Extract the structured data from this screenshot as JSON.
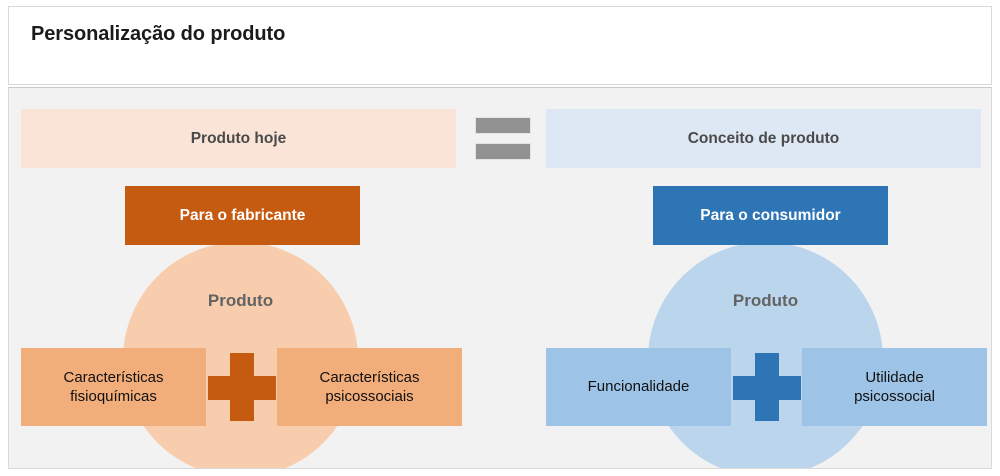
{
  "slide": {
    "title": "Personalização do produto"
  },
  "columns": {
    "left": {
      "header": "Produto hoje",
      "role": "Para o fabricante",
      "circle_label": "Produto",
      "attribute_1_line_1": "Características",
      "attribute_1_line_2": "fisioquímicas",
      "attribute_2_line_1": "Características",
      "attribute_2_line_2": "psicossociais",
      "operator": "plus",
      "colors": {
        "header_fill": "#fae4d7",
        "role_fill": "#c55a11",
        "circle_fill": "#f8cdad",
        "attribute_fill": "#f2ae7a",
        "operator_fill": "#c55a11"
      }
    },
    "right": {
      "header": "Conceito de produto",
      "role": "Para o consumidor",
      "circle_label": "Produto",
      "attribute_1_line_1": "Funcionalidade",
      "attribute_1_line_2": "",
      "attribute_2_line_1": "Utilidade",
      "attribute_2_line_2": "psicossocial",
      "operator": "plus",
      "colors": {
        "header_fill": "#dee8f4",
        "role_fill": "#2e75b6",
        "circle_fill": "#bbd5ec",
        "attribute_fill": "#9dc3e6",
        "operator_fill": "#2e75b6"
      }
    }
  },
  "connector": {
    "symbol": "equals",
    "color": "#929292"
  },
  "theme": {
    "canvas": "#ffffff",
    "body_background": "#f2f2f2",
    "frame_border": "#d9d9d9",
    "title_color": "#1b1b1b",
    "header_text_color": "#4a4a4a",
    "circle_label_color": "#636363"
  }
}
